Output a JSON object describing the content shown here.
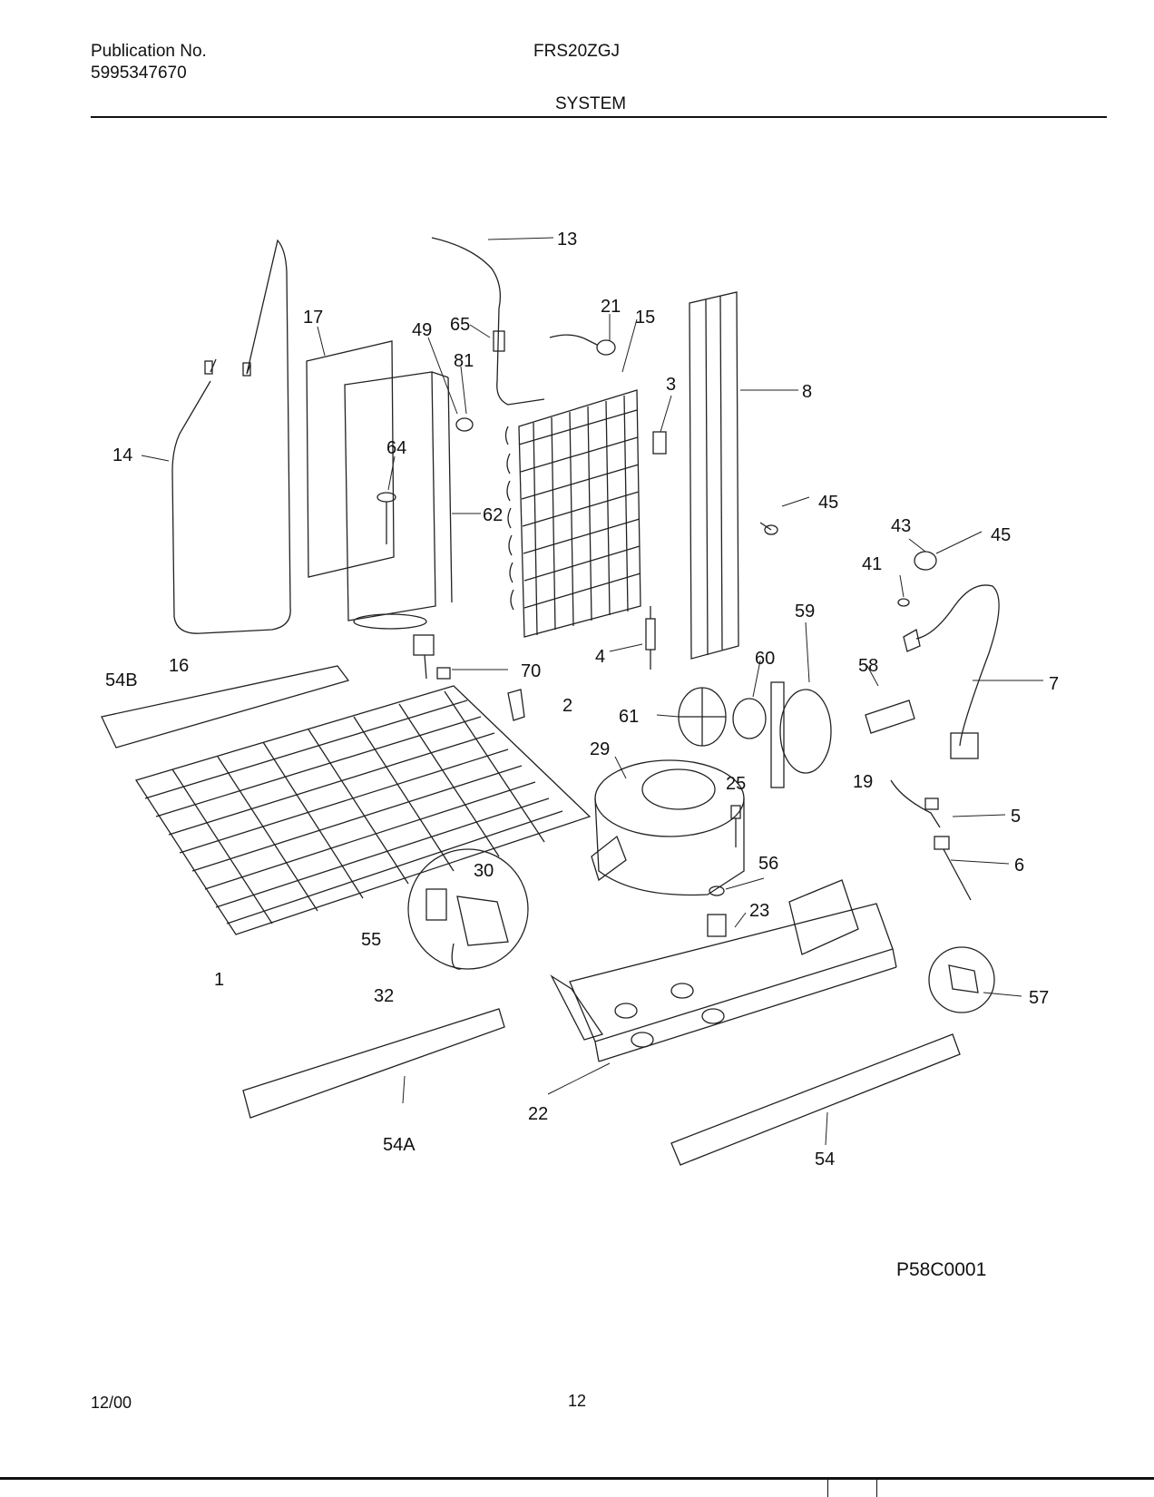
{
  "header": {
    "publication_label": "Publication No.",
    "publication_number": "5995347670",
    "model": "FRS20ZGJ",
    "section": "SYSTEM"
  },
  "diagram": {
    "callouts": [
      "13",
      "17",
      "49",
      "65",
      "81",
      "21",
      "15",
      "3",
      "8",
      "14",
      "64",
      "62",
      "45",
      "43",
      "41",
      "59",
      "58",
      "60",
      "16",
      "54B",
      "70",
      "4",
      "2",
      "7",
      "61",
      "29",
      "25",
      "19",
      "5",
      "56",
      "30",
      "23",
      "6",
      "55",
      "1",
      "32",
      "57",
      "22",
      "54A",
      "54"
    ],
    "drawing_code": "P58C0001"
  },
  "footer": {
    "date": "12/00",
    "page": "12"
  }
}
